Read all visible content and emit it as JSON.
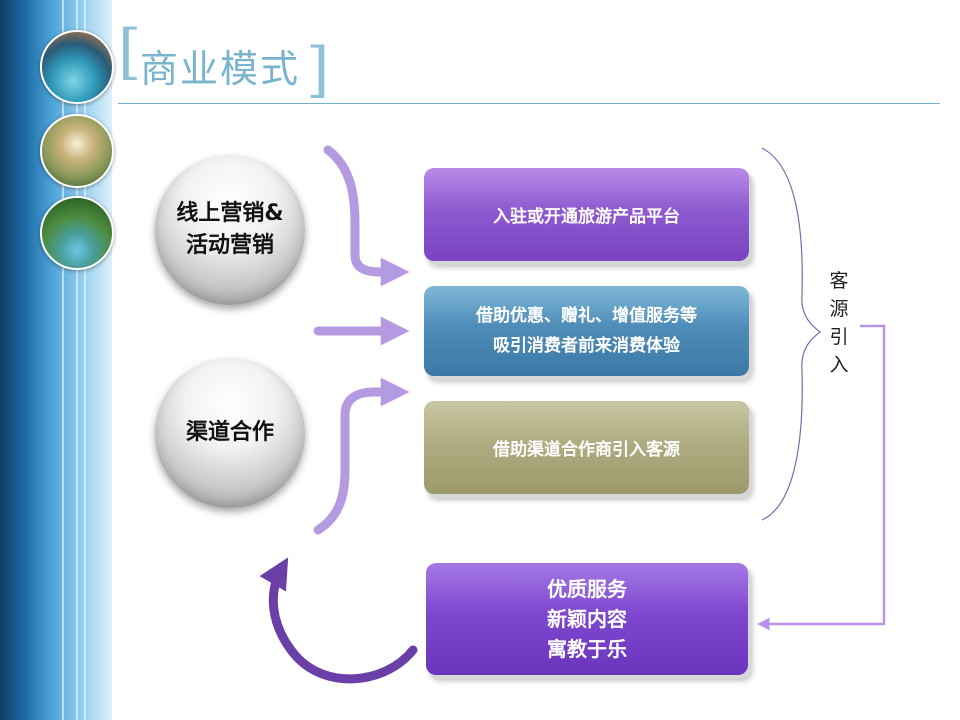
{
  "title": "商业模式",
  "spheres": [
    {
      "label": "线上营销&\n活动营销"
    },
    {
      "label": "渠道合作"
    }
  ],
  "boxes": [
    {
      "label": "入驻或开通旅游产品平台"
    },
    {
      "label": "借助优惠、赠礼、增值服务等\n吸引消费者前来消费体验"
    },
    {
      "label": "借助渠道合作商引入客源"
    },
    {
      "label": "优质服务\n新颖内容\n寓教于乐"
    }
  ],
  "side_label": [
    "客",
    "源",
    "引",
    "入"
  ],
  "colors": {
    "title": "#78b4cd",
    "arrow_light": "#b49ae0",
    "arrow_dark": "#6a3fa8",
    "connector": "#b996e3",
    "brace": "#7f68a8"
  }
}
